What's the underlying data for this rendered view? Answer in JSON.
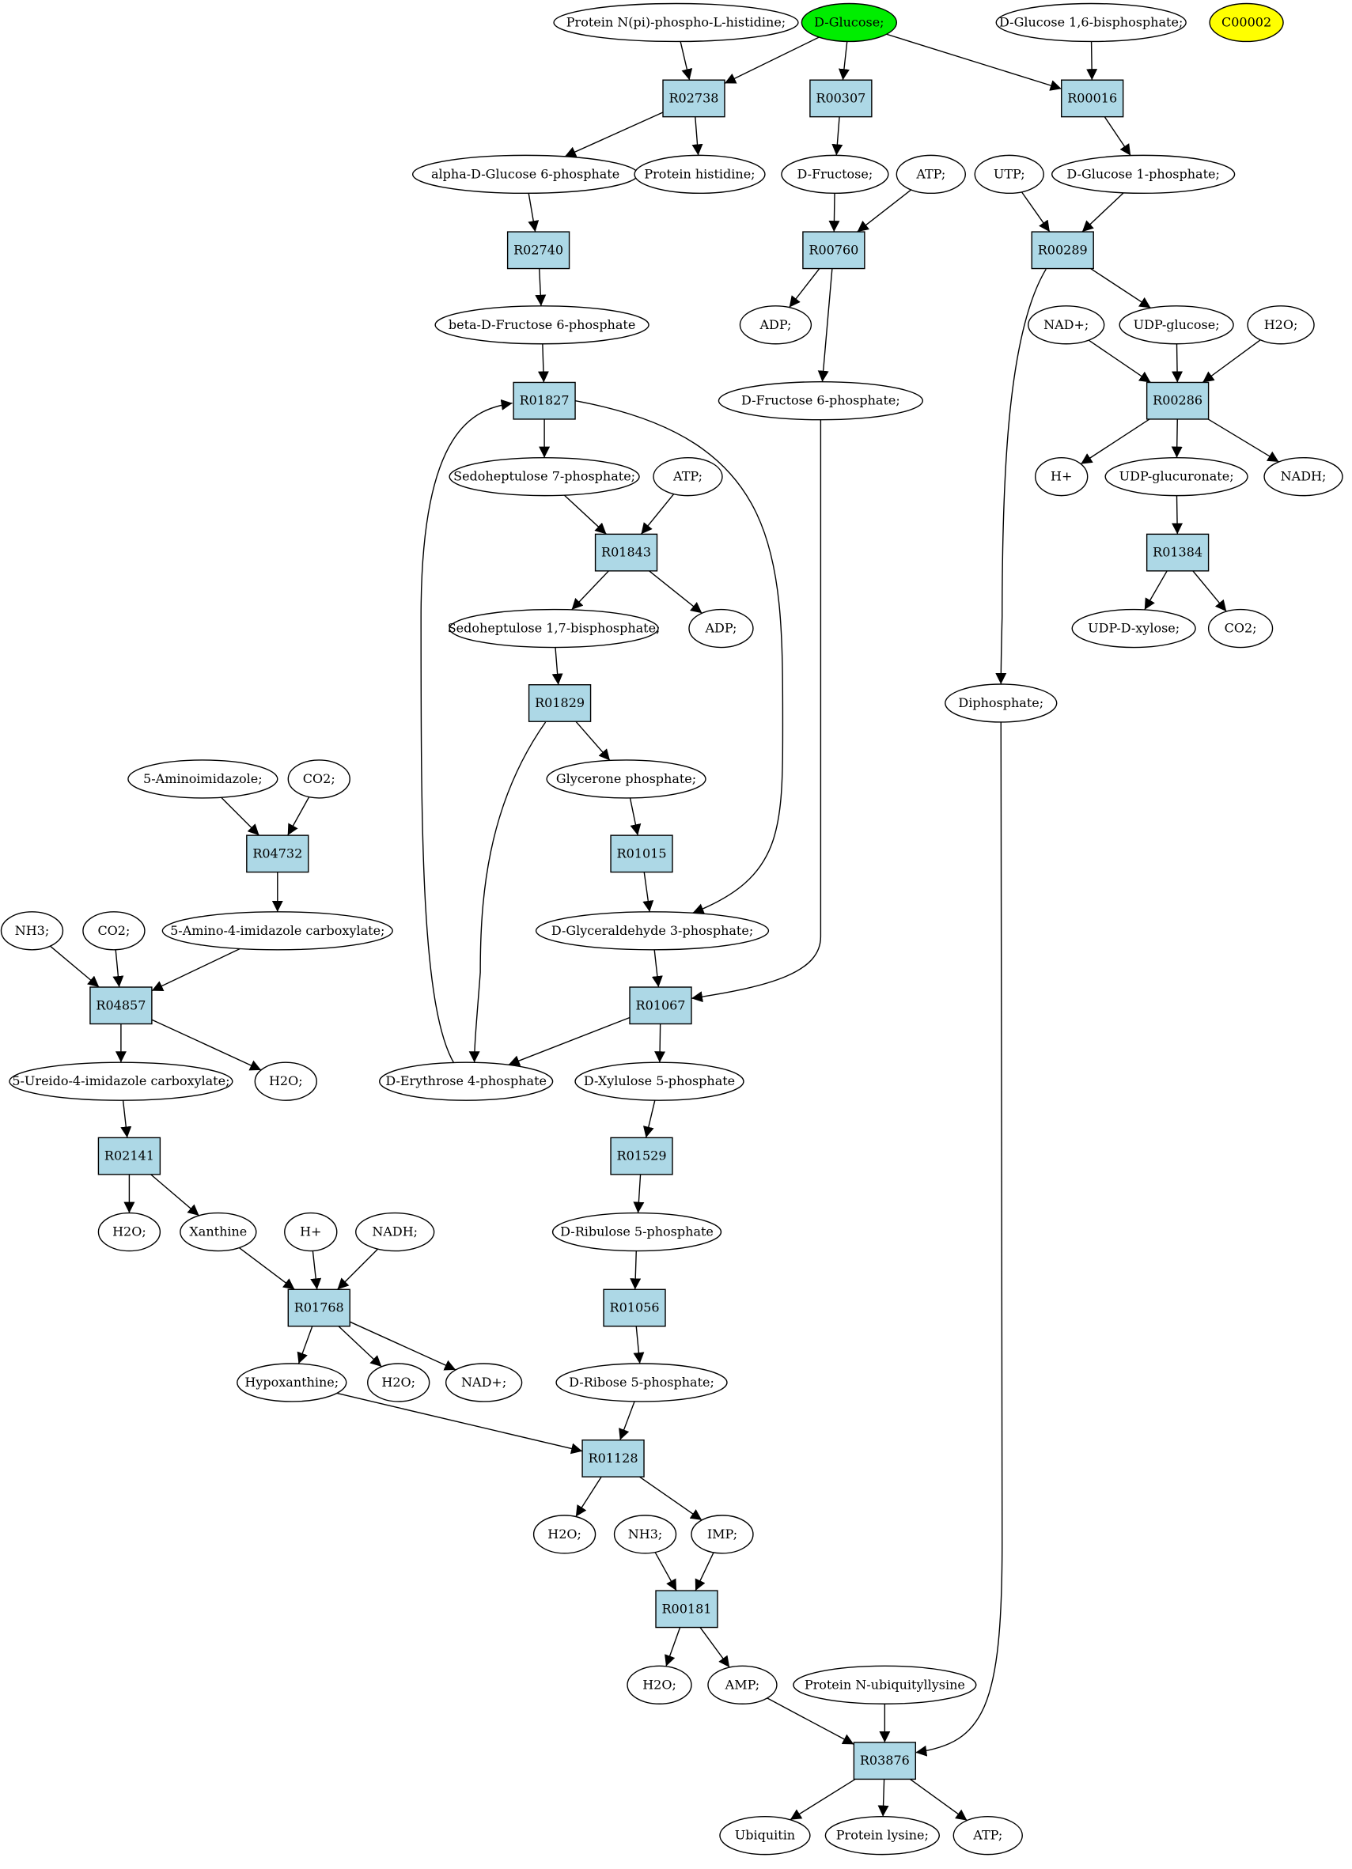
{
  "colors": {
    "reaction_fill": "#add8e6",
    "compound_fill": "#ffffff",
    "start_fill": "#00ee00",
    "query_fill": "#ffff00",
    "edge": "#000000"
  },
  "compounds": {
    "c_pnhis": "Protein N(pi)-phospho-L-histidine;",
    "c_dglc": "D-Glucose;",
    "c_g16bp": "D-Glucose 1,6-bisphosphate;",
    "c_c00002": "C00002",
    "c_ag6p": "alpha-D-Glucose 6-phosphate",
    "c_phis": "Protein histidine;",
    "c_dfru": "D-Fructose;",
    "c_atp1": "ATP;",
    "c_utp": "UTP;",
    "c_g1p": "D-Glucose 1-phosphate;",
    "c_bf6p": "beta-D-Fructose 6-phosphate",
    "c_adp1": "ADP;",
    "c_nad1": "NAD+;",
    "c_udpg": "UDP-glucose;",
    "c_h2o1": "H2O;",
    "c_df6p": "D-Fructose 6-phosphate;",
    "c_hp1": "H+",
    "c_udpgl": "UDP-glucuronate;",
    "c_nadh1": "NADH;",
    "c_s7p": "Sedoheptulose 7-phosphate;",
    "c_atp2": "ATP;",
    "c_s17bp": "Sedoheptulose 1,7-bisphosphate;",
    "c_adp2": "ADP;",
    "c_udpx": "UDP-D-xylose;",
    "c_co2_1": "CO2;",
    "c_diph": "Diphosphate;",
    "c_aimz": "5-Aminoimidazole;",
    "c_co2_2": "CO2;",
    "c_gnp": "Glycerone phosphate;",
    "c_nh3_1": "NH3;",
    "c_co2_3": "CO2;",
    "c_aicx": "5-Amino-4-imidazole carboxylate;",
    "c_gap": "D-Glyceraldehyde 3-phosphate;",
    "c_uicx": "5-Ureido-4-imidazole carboxylate;",
    "c_h2o2": "H2O;",
    "c_e4p": "D-Erythrose 4-phosphate",
    "c_x5p": "D-Xylulose 5-phosphate",
    "c_h2o3": "H2O;",
    "c_xan": "Xanthine",
    "c_hp2": "H+",
    "c_nadh2": "NADH;",
    "c_ru5p": "D-Ribulose 5-phosphate",
    "c_hyp": "Hypoxanthine;",
    "c_h2o4": "H2O;",
    "c_nad2": "NAD+;",
    "c_r5p": "D-Ribose 5-phosphate;",
    "c_h2o5": "H2O;",
    "c_nh3_2": "NH3;",
    "c_imp": "IMP;",
    "c_h2o6": "H2O;",
    "c_amp": "AMP;",
    "c_pnubk": "Protein N-ubiquityllysine",
    "c_ubq": "Ubiquitin",
    "c_plys": "Protein lysine;",
    "c_atp3": "ATP;"
  },
  "reactions": {
    "r_R02738": "R02738",
    "r_R00307": "R00307",
    "r_R00016": "R00016",
    "r_R02740": "R02740",
    "r_R00760": "R00760",
    "r_R00289": "R00289",
    "r_R01827": "R01827",
    "r_R00286": "R00286",
    "r_R01843": "R01843",
    "r_R01384": "R01384",
    "r_R01829": "R01829",
    "r_R04732": "R04732",
    "r_R01015": "R01015",
    "r_R04857": "R04857",
    "r_R01067": "R01067",
    "r_R02141": "R02141",
    "r_R01529": "R01529",
    "r_R01768": "R01768",
    "r_R01056": "R01056",
    "r_R01128": "R01128",
    "r_R00181": "R00181",
    "r_R03876": "R03876"
  }
}
